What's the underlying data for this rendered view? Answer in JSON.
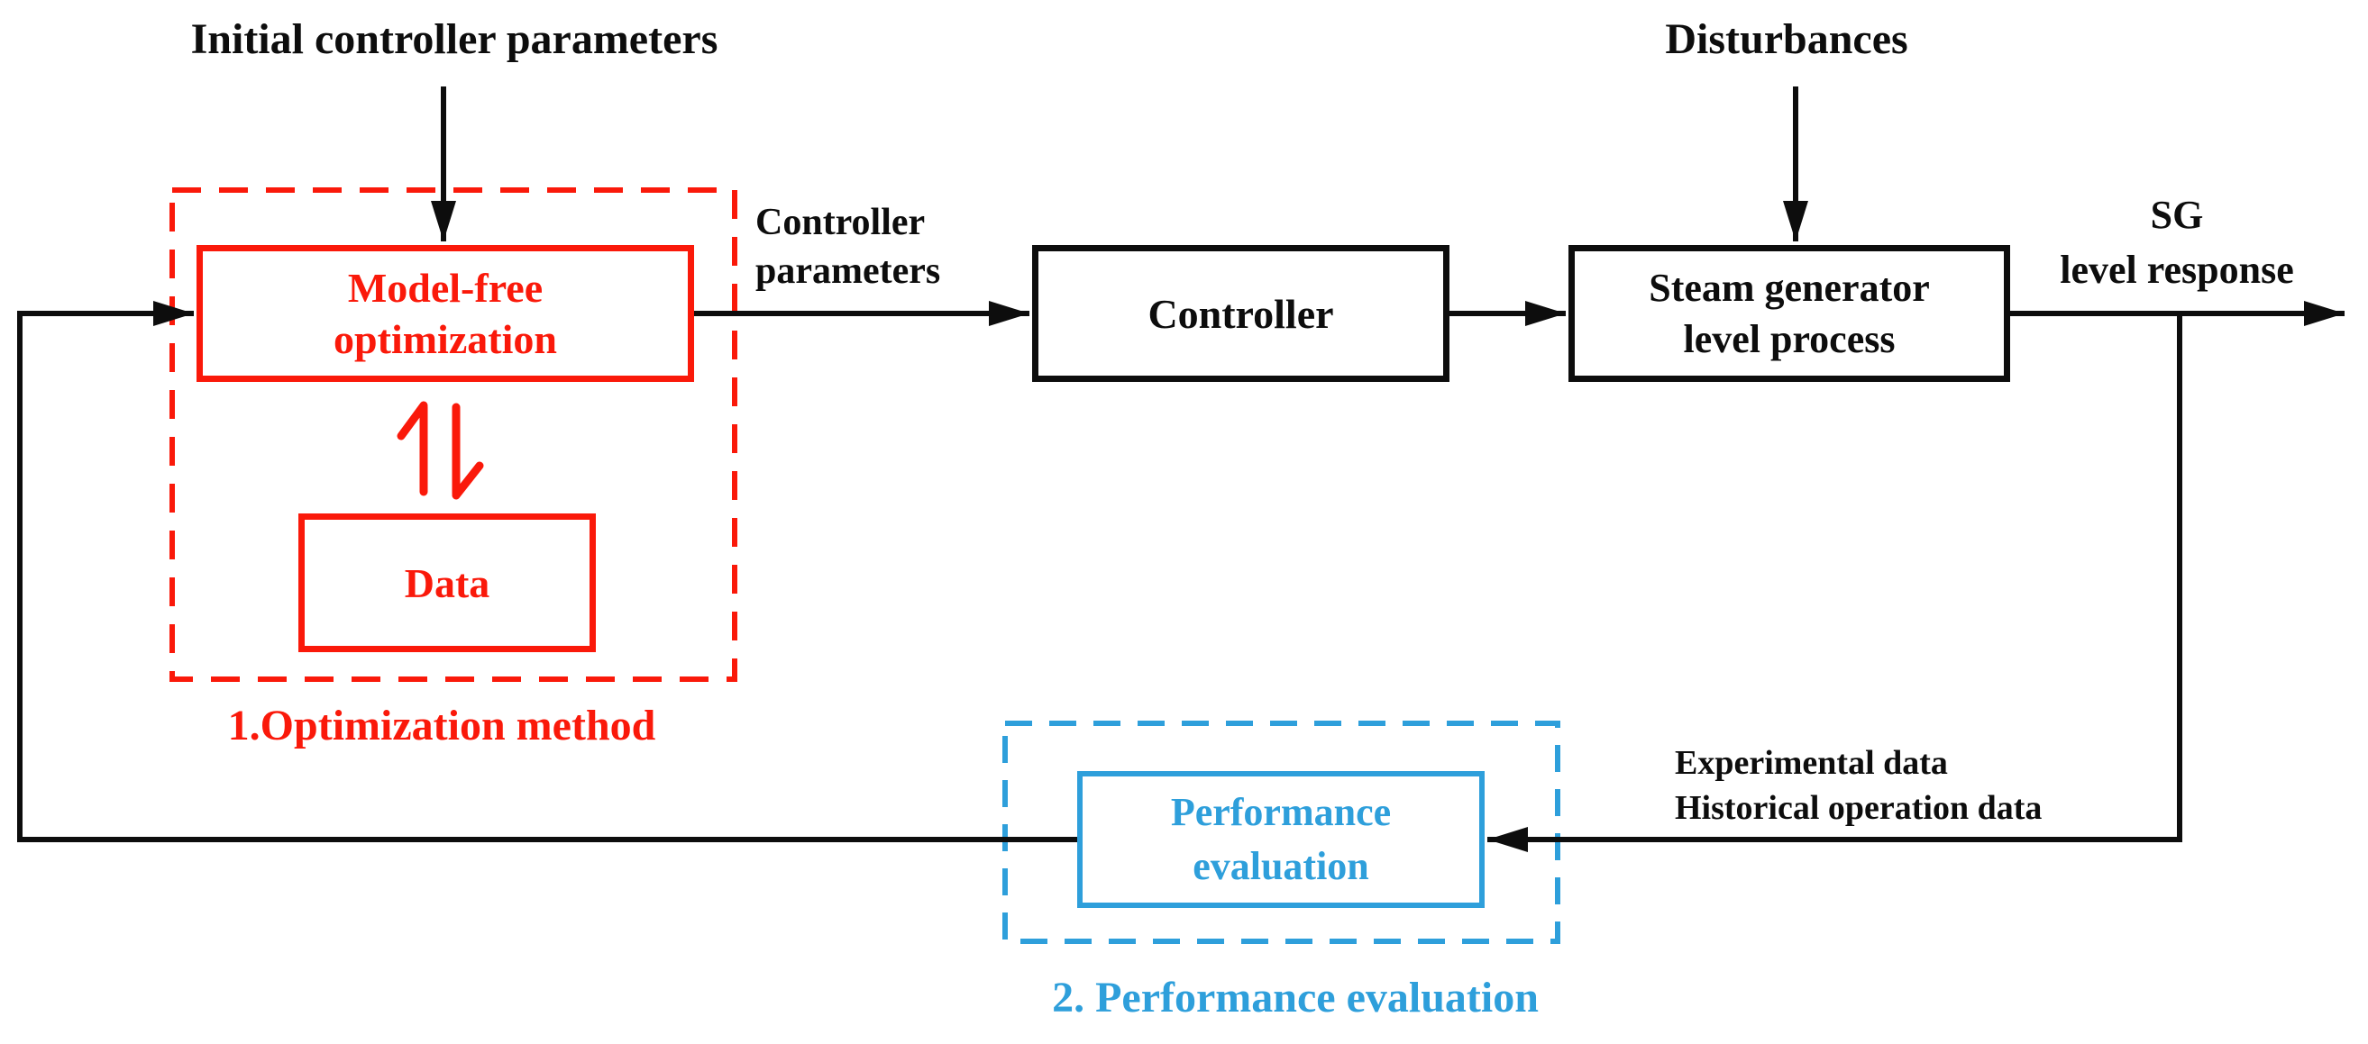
{
  "diagram": {
    "labels": {
      "initial_params": "Initial controller parameters",
      "disturbances": "Disturbances",
      "controller_params": "Controller\nparameters",
      "sg_response": "SG\nlevel response",
      "experimental_data": "Experimental data\nHistorical operation data",
      "optimization_group": "1.Optimization method",
      "performance_group": "2. Performance evaluation"
    },
    "blocks": {
      "model_free": "Model-free\noptimization",
      "data": "Data",
      "controller": "Controller",
      "steam_generator": "Steam generator\nlevel process",
      "performance_evaluation": "Performance\nevaluation"
    },
    "icons": {
      "exchange_arrows": "up-down-exchange-arrows-icon"
    },
    "colors": {
      "red": "#FA190A",
      "blue": "#2E9FDB",
      "black": "#0D0D0D"
    }
  }
}
